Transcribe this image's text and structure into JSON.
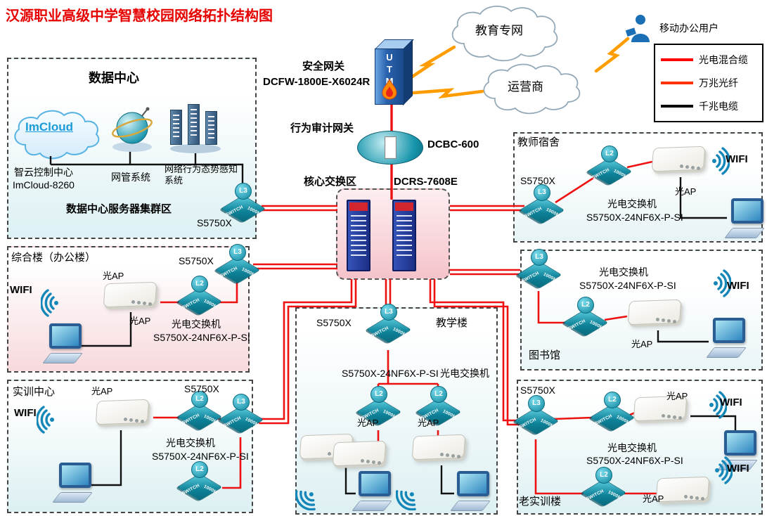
{
  "title": "汉源职业高级中学智慧校园网络拓扑结构图",
  "top": {
    "utm": "UTM",
    "gateway_label": "安全网关",
    "gateway_model": "DCFW-1800E-X6024R",
    "audit_label": "行为审计网关",
    "audit_model": "DCBC-600",
    "core_label": "核心交换区",
    "core_model": "DCRS-7608E",
    "edu_cloud": "教育专网",
    "isp_cloud": "运营商",
    "mobile_user": "移动办公用户"
  },
  "legend": {
    "items": [
      {
        "label": "光电混合缆",
        "color": "#ff0000"
      },
      {
        "label": "万兆光纤",
        "color": "#ff3300"
      },
      {
        "label": "千兆电缆",
        "color": "#000000"
      }
    ]
  },
  "icons": {
    "l2": "L2",
    "l3": "L3",
    "switch_label": "SWITCH",
    "speed_label": "1000M"
  },
  "common": {
    "wifi": "WIFI",
    "ap": "光AP",
    "converter": "光电交换机",
    "converter_model": "S5750X-24NF6X-P-SI",
    "switch_model": "S5750X"
  },
  "zones": {
    "datacenter": {
      "title": "数据中心",
      "imcloud": "ImCloud",
      "controller_line1": "智云控制中心",
      "controller_line2": "ImCloud-8260",
      "nms": "网管系统",
      "behavior": "网络行为态势感知系统",
      "cluster": "数据中心服务器集群区"
    },
    "office": {
      "title": "综合楼（办公楼）"
    },
    "training": {
      "title": "实训中心"
    },
    "teaching": {
      "title": "教学楼"
    },
    "dorm": {
      "title": "教师宿舍"
    },
    "library": {
      "title": "图书馆"
    },
    "old_training": {
      "title": "老实训楼"
    }
  },
  "colors": {
    "trunk_red": "#ee1111",
    "cable_black": "#111111",
    "switch_teal": "#0d8198",
    "lightning_orange": "#ff9d00",
    "title_red": "#e60000"
  }
}
